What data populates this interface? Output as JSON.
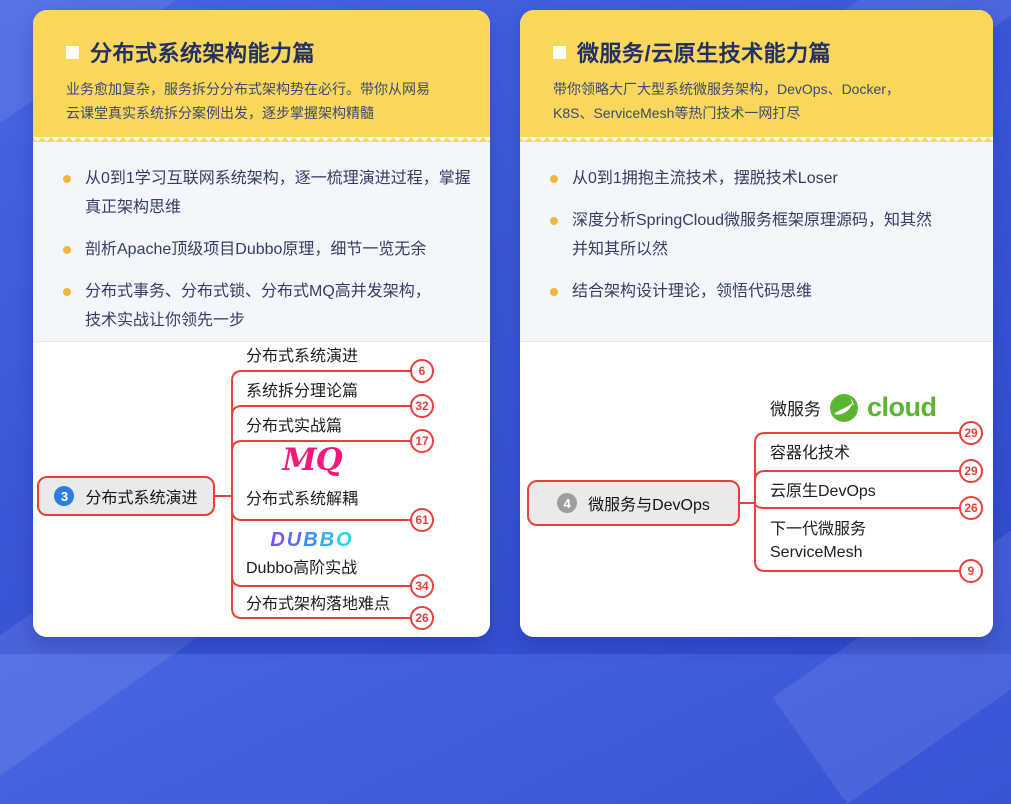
{
  "colors": {
    "background_blue": "#3a57d8",
    "header_yellow": "#f9d65c",
    "title_navy": "#223062",
    "bullet_dot": "#f0b73c",
    "accent_red": "#e8403a",
    "node_badge_blue": "#2e7ce0",
    "node_badge_gray": "#9e9e9e",
    "spring_green": "#5cb531",
    "mq_pink": "#f1197b",
    "dubbo_colors": [
      "#7b52f4",
      "#5f6cf6",
      "#3f8cf6",
      "#38aef0",
      "#26d4e8"
    ]
  },
  "panels": {
    "left": {
      "title": "分布式系统架构能力篇",
      "description": "业务愈加复杂，服务拆分分布式架构势在必行。带你从网易\n云课堂真实系统拆分案例出发，逐步掌握架构精髓",
      "bullets": [
        "从0到1学习互联网系统架构，逐一梳理演进过程，掌握\n真正架构思维",
        "剖析Apache顶级项目Dubbo原理，细节一览无余",
        "分布式事务、分布式锁、分布式MQ高并发架构，\n技术实战让你领先一步"
      ],
      "mindmap": {
        "node": {
          "badge": "3",
          "label": "分布式系统演进"
        },
        "branches": [
          {
            "label": "分布式系统演进",
            "count": "6"
          },
          {
            "label": "系统拆分理论篇",
            "count": "32"
          },
          {
            "label": "分布式实战篇",
            "count": "17"
          },
          {
            "label": "分布式系统解耦",
            "count": "61",
            "logo": "MQ"
          },
          {
            "label": "Dubbo高阶实战",
            "count": "34",
            "logo": "DUBBO"
          },
          {
            "label": "分布式架构落地难点",
            "count": "26"
          }
        ],
        "logos": {
          "mq": "MQ",
          "dubbo": [
            "D",
            "U",
            "B",
            "B",
            "O"
          ]
        }
      }
    },
    "right": {
      "title": "微服务/云原生技术能力篇",
      "description": "带你领略大厂大型系统微服务架构，DevOps、Docker，\nK8S、ServiceMesh等热门技术一网打尽",
      "bullets": [
        "从0到1拥抱主流技术，摆脱技术Loser",
        "深度分析SpringCloud微服务框架原理源码，知其然\n并知其所以然",
        "结合架构设计理论，领悟代码思维"
      ],
      "mindmap": {
        "node": {
          "badge": "4",
          "label": "微服务与DevOps"
        },
        "branches": [
          {
            "label": "微服务",
            "count": "29",
            "logo": "spring-cloud",
            "logo_text": "cloud"
          },
          {
            "label": "容器化技术",
            "count": "29"
          },
          {
            "label": "云原生DevOps",
            "count": "26"
          },
          {
            "label": "下一代微服务\nServiceMesh",
            "count": "9"
          }
        ]
      }
    }
  }
}
